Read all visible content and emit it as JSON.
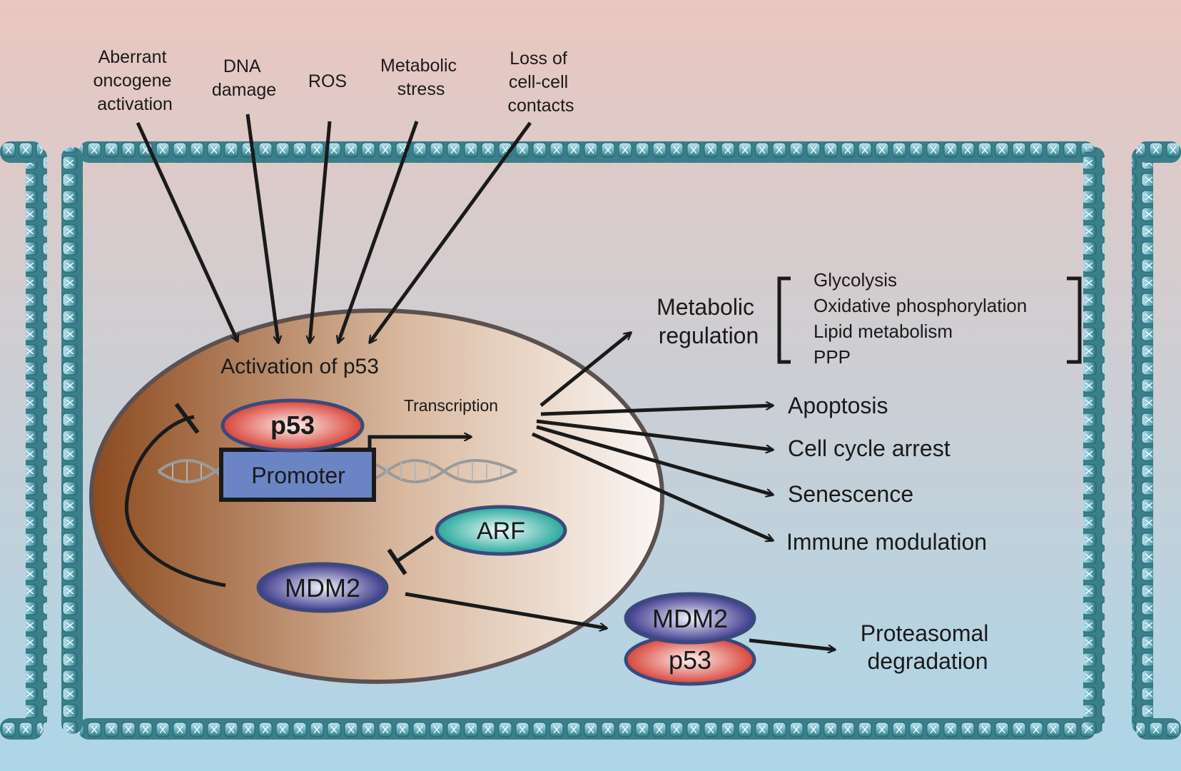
{
  "colors": {
    "background_top": "#eac7c0",
    "background_bottom": "#add6e8",
    "membrane": "#3a7f8a",
    "membrane_bead": "#7fc3d1",
    "nucleus_dark": "#8c4a1e",
    "nucleus_light": "#fbf7f4",
    "nucleus_border": "#5a5150",
    "p53_fill": "#e05a4e",
    "mdm2_fill": "#4a479a",
    "arf_fill": "#3ab4a8",
    "promoter_fill": "#6b85c4",
    "arrow": "#1a1a1a"
  },
  "icons": {
    "dna": "dna-helix-icon",
    "membrane": "cell-membrane-icon"
  },
  "stimuli": {
    "oncogene": [
      "Aberrant",
      "oncogene",
      "activation"
    ],
    "dna_damage": [
      "DNA",
      "damage"
    ],
    "ros": [
      "ROS"
    ],
    "metabolic_stress": [
      "Metabolic",
      "stress"
    ],
    "cell_contacts": [
      "Loss of",
      "cell-cell",
      "contacts"
    ]
  },
  "nucleus": {
    "activation_label": "Activation of p53",
    "transcription_label": "Transcription",
    "p53_label": "p53",
    "promoter_label": "Promoter",
    "arf_label": "ARF",
    "mdm2_label": "MDM2"
  },
  "outcomes": {
    "metabolic": [
      "Metabolic",
      "regulation"
    ],
    "metabolic_items": [
      "Glycolysis",
      "Oxidative phosphorylation",
      "Lipid metabolism",
      "PPP"
    ],
    "apoptosis": "Apoptosis",
    "cell_cycle": "Cell cycle arrest",
    "senescence": "Senescence",
    "immune": "Immune modulation"
  },
  "complex": {
    "mdm2_label": "MDM2",
    "p53_label": "p53"
  },
  "degradation": [
    "Proteasomal",
    "degradation"
  ]
}
